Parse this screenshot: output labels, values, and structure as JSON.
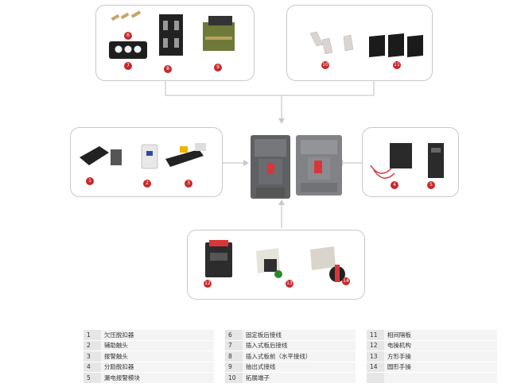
{
  "badges": {
    "b1": "1",
    "b2": "2",
    "b3": "3",
    "b4": "4",
    "b5": "5",
    "b6": "6",
    "b7": "7",
    "b8": "8",
    "b9": "9",
    "b10": "10",
    "b11": "11",
    "b12": "12",
    "b13": "13",
    "b14": "14"
  },
  "legend": {
    "rows": [
      {
        "n1": "1",
        "l1": "欠压脱扣器",
        "n2": "6",
        "l2": "固定板后接线",
        "n3": "11",
        "l3": "相间隔板"
      },
      {
        "n1": "2",
        "l1": "辅助触头",
        "n2": "7",
        "l2": "插入式板后接线",
        "n3": "12",
        "l3": "电操机构"
      },
      {
        "n1": "3",
        "l1": "报警触头",
        "n2": "8",
        "l2": "插入式板前（水平接线）",
        "n3": "13",
        "l3": "方形手操"
      },
      {
        "n1": "4",
        "l1": "分励脱扣器",
        "n2": "9",
        "l2": "抽出式接线",
        "n3": "14",
        "l3": "圆形手操"
      },
      {
        "n1": "5",
        "l1": "漏电报警模块",
        "n2": "10",
        "l2": "拓展端子",
        "n3": "",
        "l3": ""
      }
    ]
  },
  "colors": {
    "badge": "#c8282a",
    "breaker_handle": "#d9363a",
    "box_border": "#c8c8c8"
  }
}
